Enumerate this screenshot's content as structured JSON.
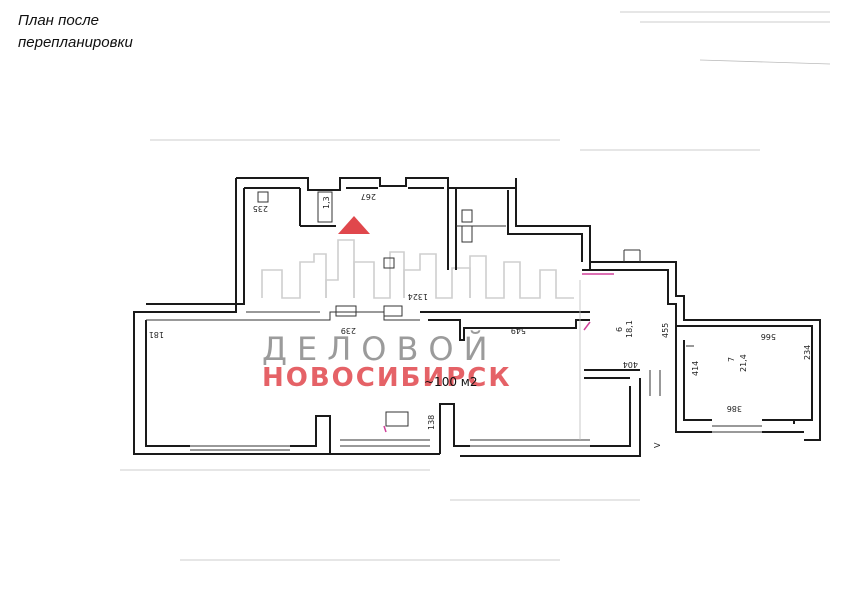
{
  "title": {
    "line1": "План после",
    "line2": "перепланировки"
  },
  "plan": {
    "area_label": "~100 м2",
    "dimensions": {
      "d235": "235",
      "d267": "267",
      "d1324": "1324",
      "d181": "181",
      "d239": "239",
      "d549": "549",
      "d455": "455",
      "d404": "404",
      "d414": "414",
      "d566": "566",
      "d234": "234",
      "d386": "386",
      "d138": "138",
      "room6_num": "6",
      "room6_area": "18,1",
      "room7_num": "7",
      "room7_area": "21,4",
      "small_room": "1,3",
      "v_mark": "V"
    }
  },
  "watermark": {
    "line1": "ДЕЛОВОЙ",
    "line2": "НОВОСИБИРСК",
    "colors": {
      "dark": "#7a7a7a",
      "accent": "#e0474c",
      "skyline": "#cccccc"
    }
  }
}
